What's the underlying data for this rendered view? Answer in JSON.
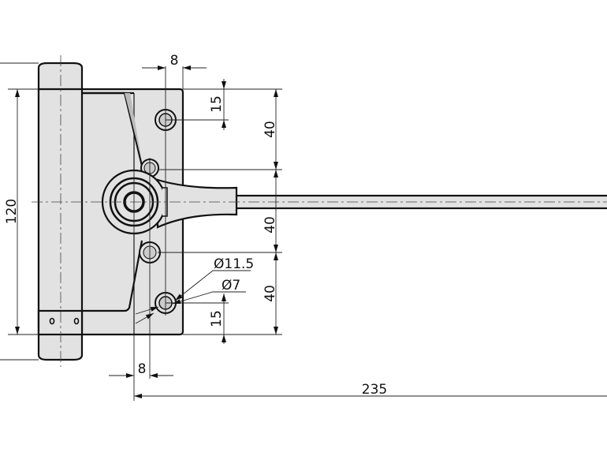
{
  "drawing": {
    "title": "Door closer hinge dimension drawing",
    "dimensions": {
      "overall_height": "120",
      "hole_spacing_top": "40",
      "hole_spacing_middle": "40",
      "hole_spacing_bottom": "40",
      "edge_offset_top": "15",
      "edge_offset_bottom": "15",
      "hole_offset_top": "8",
      "hole_offset_bottom": "8",
      "arm_length": "235",
      "counterbore_diameter": "Ø11.5",
      "hole_diameter": "Ø7"
    },
    "colors": {
      "body": "#e2e2e2",
      "line": "#111111"
    }
  }
}
